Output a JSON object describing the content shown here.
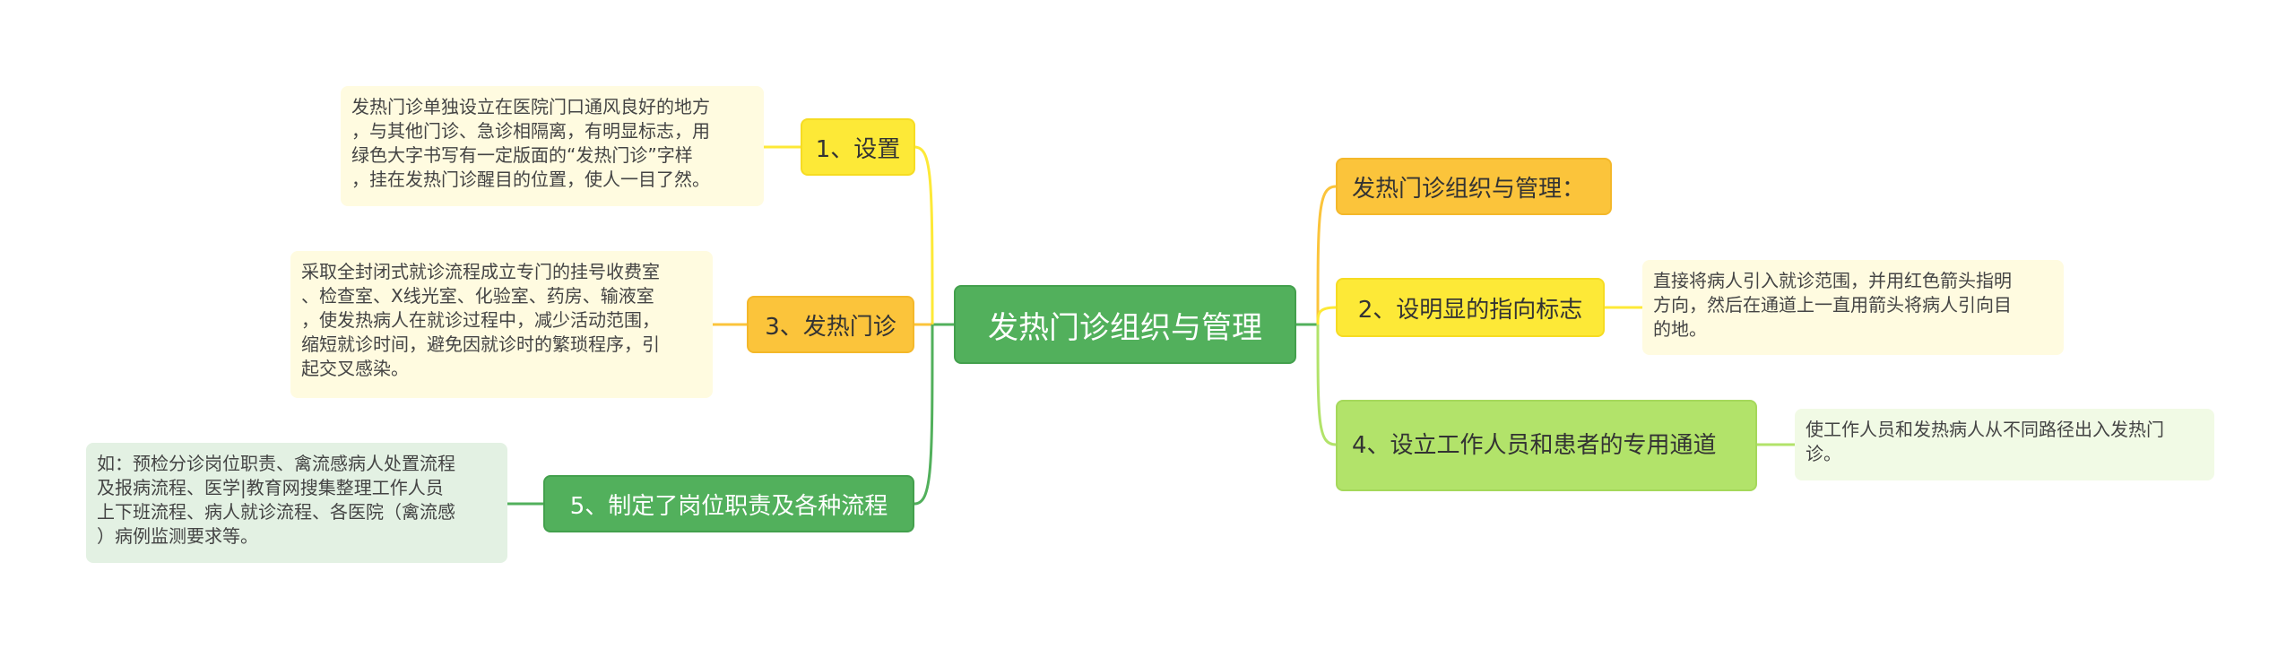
{
  "root": {
    "label": "发热门诊组织与管理"
  },
  "left_branches": [
    {
      "label": "1、设置",
      "note": "发热门诊单独设立在医院门口通风良好的地方\n，与其他门诊、急诊相隔离，有明显标志，用\n绿色大字书写有一定版面的“发热门诊”字样\n，挂在发热门诊醒目的位置，使人一目了然。"
    },
    {
      "label": "3、发热门诊",
      "note": "采取全封闭式就诊流程成立专门的挂号收费室\n、检查室、X线光室、化验室、药房、输液室\n，使发热病人在就诊过程中，减少活动范围，\n缩短就诊时间，避免因就诊时的繁琐程序，引\n起交叉感染。"
    },
    {
      "label": "5、制定了岗位职责及各种流程",
      "note": "如：预检分诊岗位职责、禽流感病人处置流程\n及报病流程、医学|教育网搜集整理工作人员\n上下班流程、病人就诊流程、各医院（禽流感\n）病例监测要求等。"
    }
  ],
  "right_branches": [
    {
      "label": "发热门诊组织与管理："
    },
    {
      "label": "2、设明显的指向标志",
      "note": "直接将病人引入就诊范围，并用红色箭头指明\n方向，然后在通道上一直用箭头将病人引向目\n的地。"
    },
    {
      "label": "4、设立工作人员和患者的专用通道",
      "note": "使工作人员和发热病人从不同路径出入发热门\n诊。"
    }
  ],
  "colors": {
    "root": "#52b05c",
    "yellow": "#fde937",
    "orange": "#fbc43b",
    "green": "#52b05c",
    "lime": "#b2e36a"
  }
}
